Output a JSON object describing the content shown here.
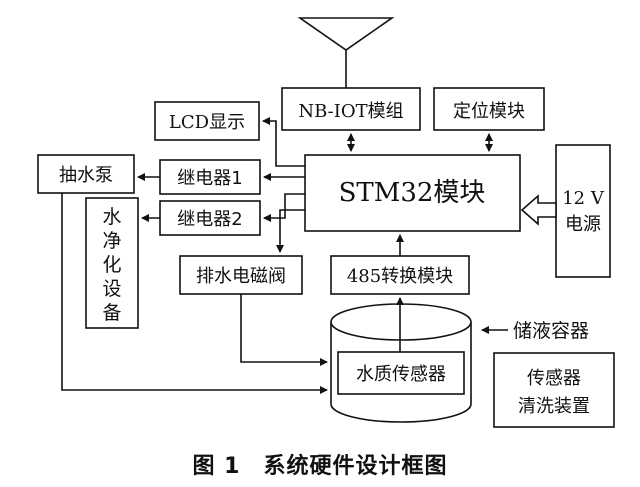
{
  "diagram": {
    "antenna_label": "",
    "nodes": {
      "lcd": "LCD显示",
      "nbiot": "NB-IOT模组",
      "gps": "定位模块",
      "pump": "抽水泵",
      "relay1": "继电器1",
      "relay2": "继电器2",
      "mcu": "STM32模块",
      "power": [
        "12 V",
        "电源"
      ],
      "purifier": [
        "水",
        "净",
        "化",
        "设",
        "备"
      ],
      "drain_valve": "排水电磁阀",
      "converter": "485转换模块",
      "sensor": "水质传感器",
      "container": "储液容器",
      "cleaner": [
        "传感器",
        "清洗装置"
      ]
    }
  },
  "caption": "图 1　系统硬件设计框图"
}
